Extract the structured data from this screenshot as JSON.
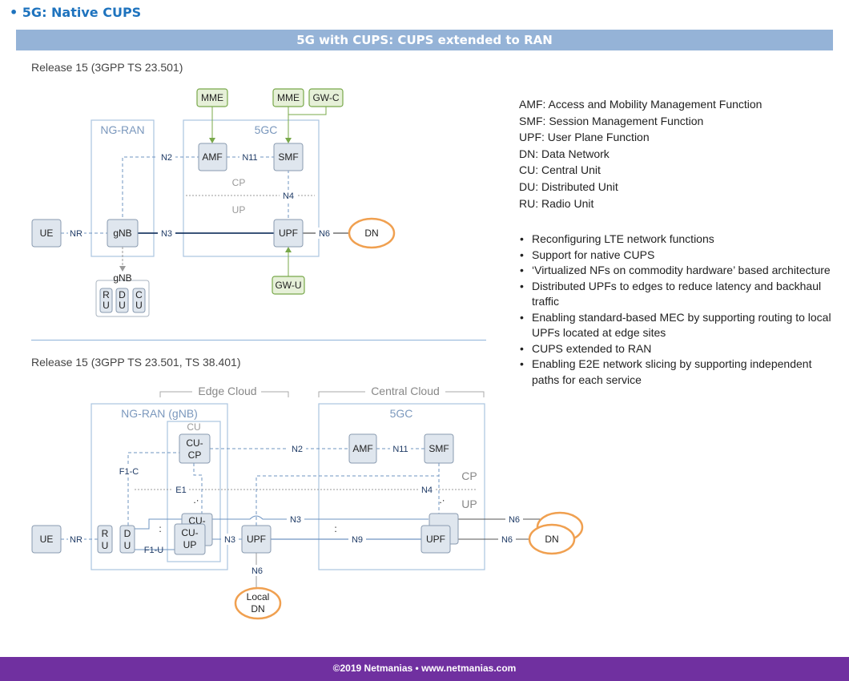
{
  "page": {
    "title": "• 5G: Native CUPS",
    "banner": "5G with CUPS: CUPS extended to RAN",
    "footer": "©2019 Netmanias • www.netmanias.com"
  },
  "diagram_top": {
    "release": "Release 15 (3GPP TS 23.501)",
    "regions": {
      "ngran": "NG-RAN",
      "fivegc": "5GC"
    },
    "nodes": {
      "mme1": "MME",
      "mme2": "MME",
      "gwc": "GW-C",
      "amf": "AMF",
      "smf": "SMF",
      "ue": "UE",
      "gnb": "gNB",
      "upf": "UPF",
      "dn": "DN",
      "gwu": "GW-U",
      "gnb_split": "gNB",
      "ru": [
        "R",
        "U"
      ],
      "du": [
        "D",
        "U"
      ],
      "cu": [
        "C",
        "U"
      ]
    },
    "interfaces": {
      "n2": "N2",
      "n11": "N11",
      "n4": "N4",
      "nr": "NR",
      "n3": "N3",
      "n6": "N6"
    },
    "planes": {
      "cp": "CP",
      "up": "UP"
    }
  },
  "diagram_bottom": {
    "release": "Release 15 (3GPP TS 23.501, TS 38.401)",
    "groups": {
      "edge": "Edge Cloud",
      "central": "Central Cloud"
    },
    "regions": {
      "ngran": "NG-RAN (gNB)",
      "cu": "CU",
      "fivegc": "5GC"
    },
    "nodes": {
      "cucp": [
        "CU-",
        "CP"
      ],
      "cuup_back": "CU-",
      "cuup": [
        "CU-",
        "UP"
      ],
      "amf": "AMF",
      "smf": "SMF",
      "ue": "UE",
      "ru": [
        "R",
        "U"
      ],
      "du": [
        "D",
        "U"
      ],
      "upf_edge": "UPF",
      "upf_central": "UPF",
      "dn": "DN",
      "local_dn": [
        "Local",
        "DN"
      ]
    },
    "interfaces": {
      "n2": "N2",
      "n11": "N11",
      "f1c": "F1-C",
      "e1": "E1",
      "n4": "N4",
      "n3a": "N3",
      "n6a": "N6",
      "nr": "NR",
      "f1u": "F1-U",
      "n3b": "N3",
      "n9": "N9",
      "n6b": "N6",
      "n6c": "N6"
    },
    "planes": {
      "cp": "CP",
      "up": "UP"
    }
  },
  "legend": [
    "AMF: Access and Mobility Management Function",
    "SMF: Session Management Function",
    "UPF: User Plane Function",
    "DN: Data Network",
    "CU: Central Unit",
    "DU: Distributed Unit",
    "RU: Radio Unit"
  ],
  "bullets": [
    "Reconfiguring LTE network functions",
    "Support for native CUPS",
    "‘Virtualized NFs on commodity hardware’ based architecture",
    "Distributed UPFs to edges to reduce latency and backhaul traffic",
    "Enabling standard-based MEC by supporting routing to local UPFs located at edge sites",
    "CUPS extended to RAN",
    "Enabling E2E network slicing by supporting independent paths for each service"
  ],
  "colors": {
    "accent": "#1e73be",
    "banner": "#95b3d7",
    "footer": "#7030a0",
    "dn_outline": "#f0a050",
    "gw_fill": "#e6f0d8"
  }
}
